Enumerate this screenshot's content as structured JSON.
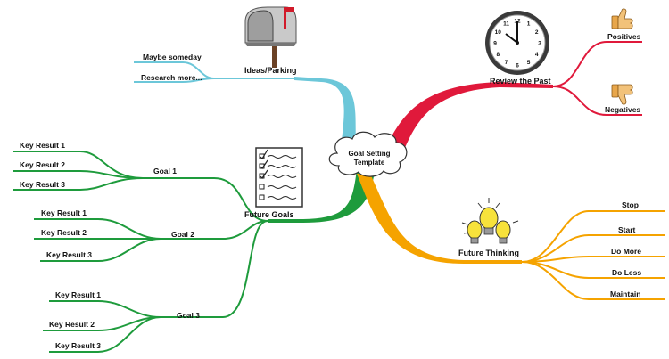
{
  "center": {
    "line1": "Goal Setting",
    "line2": "Template"
  },
  "branches": {
    "ideas": {
      "label": "Ideas/Parking",
      "color": "#6cc7d9",
      "items": [
        "Maybe someday",
        "Research more..."
      ]
    },
    "review": {
      "label": "Review the Past",
      "color": "#e0193b",
      "items": [
        "Positives",
        "Negatives"
      ]
    },
    "future_goals": {
      "label": "Future Goals",
      "color": "#1e9b3c",
      "goals": [
        {
          "label": "Goal 1",
          "results": [
            "Key Result 1",
            "Key Result 2",
            "Key Result 3"
          ]
        },
        {
          "label": "Goal 2",
          "results": [
            "Key Result 1",
            "Key Result 2",
            "Key Result 3"
          ]
        },
        {
          "label": "Goal 3",
          "results": [
            "Key Result 1",
            "Key Result 2",
            "Key Result 3"
          ]
        }
      ]
    },
    "future_thinking": {
      "label": "Future Thinking",
      "color": "#f5a300",
      "items": [
        "Stop",
        "Start",
        "Do More",
        "Do Less",
        "Maintain"
      ]
    }
  },
  "clock": {
    "numerals": [
      "12",
      "1",
      "2",
      "3",
      "4",
      "5",
      "6",
      "7",
      "8",
      "9",
      "10",
      "11"
    ]
  }
}
